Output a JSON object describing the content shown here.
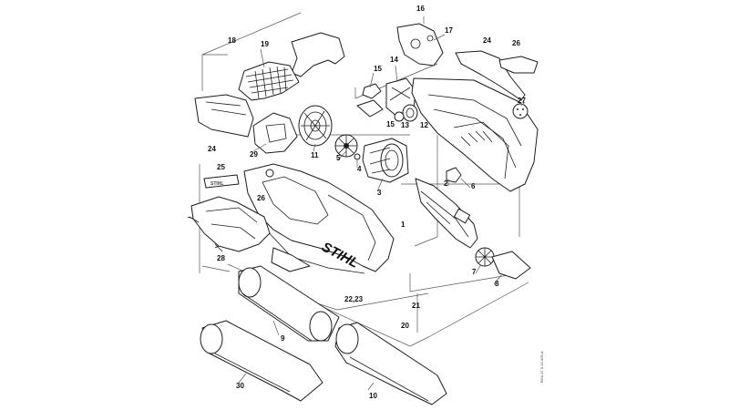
{
  "diagram": {
    "brand": "STIHL",
    "document_code": "BGA 57.0.15-009-A",
    "callouts": [
      "1",
      "2",
      "3",
      "4",
      "5",
      "6",
      "7",
      "8",
      "9",
      "10",
      "11",
      "12",
      "13",
      "14",
      "15",
      "15",
      "16",
      "17",
      "18",
      "19",
      "20",
      "21",
      "22,23",
      "24",
      "24",
      "25",
      "26",
      "26",
      "27",
      "28",
      "29",
      "30"
    ]
  }
}
